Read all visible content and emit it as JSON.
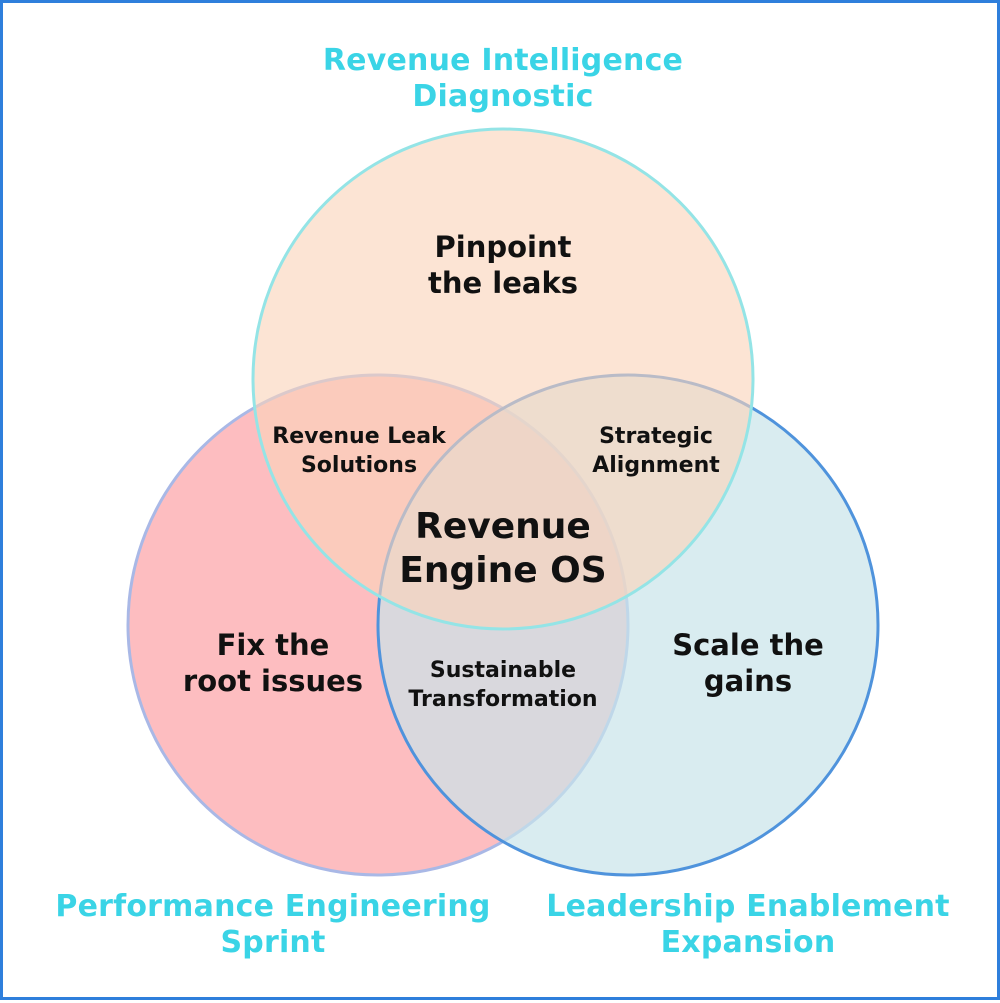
{
  "colors": {
    "frame_border": "#2f7fdc",
    "outer_label": "#3ad4e6",
    "circle_top_fill": "#fad3b9",
    "circle_top_stroke": "#94e4e6",
    "circle_left_fill": "#fca3a7",
    "circle_left_stroke": "#a9b8e6",
    "circle_right_fill": "#c9e4ea",
    "circle_right_stroke": "#4f93dc",
    "text": "#111111"
  },
  "diagram": {
    "circles": {
      "top": {
        "title": [
          "Revenue Intelligence",
          "Diagnostic"
        ],
        "body": [
          "Pinpoint",
          "the leaks"
        ]
      },
      "left": {
        "title": [
          "Performance Engineering",
          "Sprint"
        ],
        "body": [
          "Fix the",
          "root issues"
        ]
      },
      "right": {
        "title": [
          "Leadership Enablement",
          "Expansion"
        ],
        "body": [
          "Scale the",
          "gains"
        ]
      }
    },
    "overlaps": {
      "top_left": [
        "Revenue Leak",
        "Solutions"
      ],
      "top_right": [
        "Strategic",
        "Alignment"
      ],
      "left_right": [
        "Sustainable",
        "Transformation"
      ]
    },
    "center": [
      "Revenue",
      "Engine OS"
    ]
  }
}
